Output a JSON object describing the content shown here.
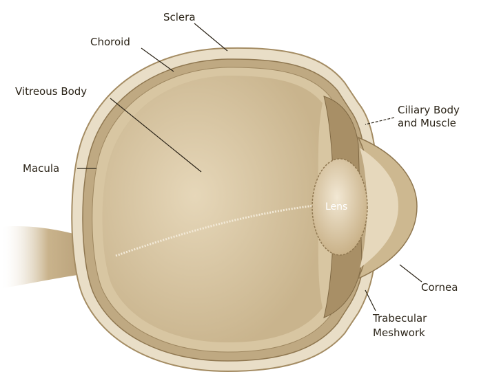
{
  "labels": {
    "sclera": "Sclera",
    "choroid": "Choroid",
    "vitreous_body": "Vitreous Body",
    "macula": "Macula",
    "ciliary_line1": "Ciliary Body",
    "ciliary_line2": "and Muscle",
    "lens": "Lens",
    "cornea": "Cornea",
    "trabecular_line1": "Trabecular",
    "trabecular_line2": "Meshwork"
  },
  "colors": {
    "sclera": "#e8dcc4",
    "choroid": "#b9a27c",
    "vitreous": "#dccaa8",
    "nerve": "#c7b089",
    "text": "#2b2418"
  }
}
